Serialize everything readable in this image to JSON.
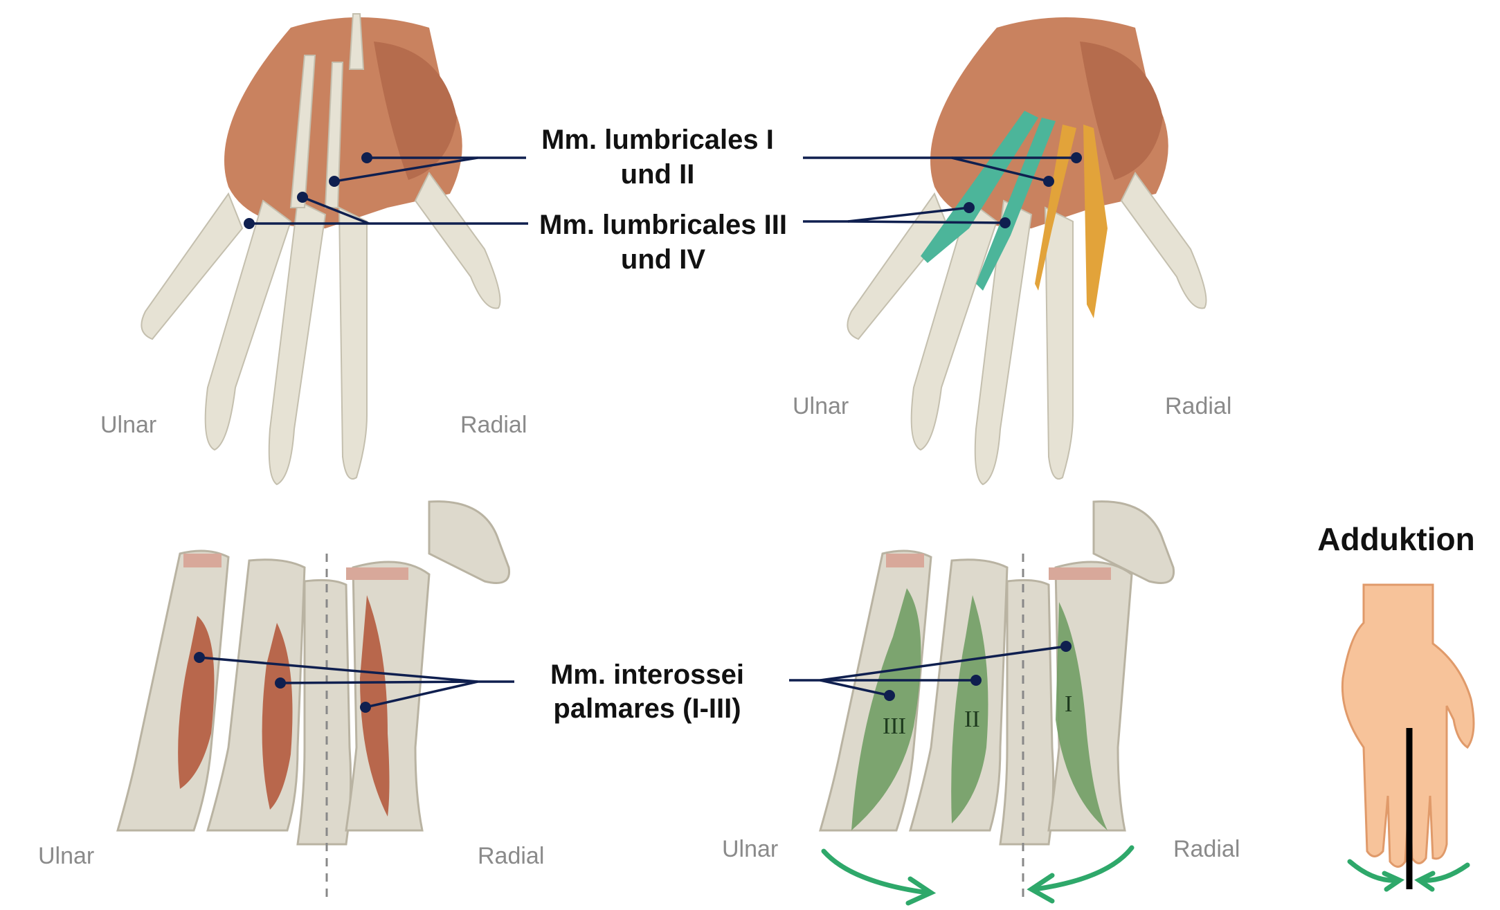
{
  "labels": {
    "lumbricales_1_2": [
      "Mm. lumbricales I",
      "und II"
    ],
    "lumbricales_3_4": [
      "Mm. lumbricales III",
      "und IV"
    ],
    "interossei": [
      "Mm. interossei",
      "palmares (I-III)"
    ],
    "adduktion": "Adduktion"
  },
  "side_labels": {
    "top_left_ulnar": "Ulnar",
    "top_left_radial": "Radial",
    "top_right_ulnar": "Ulnar",
    "top_right_radial": "Radial",
    "bottom_left_ulnar": "Ulnar",
    "bottom_left_radial": "Radial",
    "bottom_right_ulnar": "Ulnar",
    "bottom_right_radial": "Radial"
  },
  "muscle_numbers": [
    "III",
    "II",
    "I"
  ],
  "colors": {
    "leader": "#0f1f4f",
    "lumbricales_teal": "#4cb59a",
    "lumbricales_orange": "#e2a33a",
    "interossei_green": "#6e9c62",
    "interossei_red": "#b8674c",
    "arrow_green": "#2ea86a"
  }
}
